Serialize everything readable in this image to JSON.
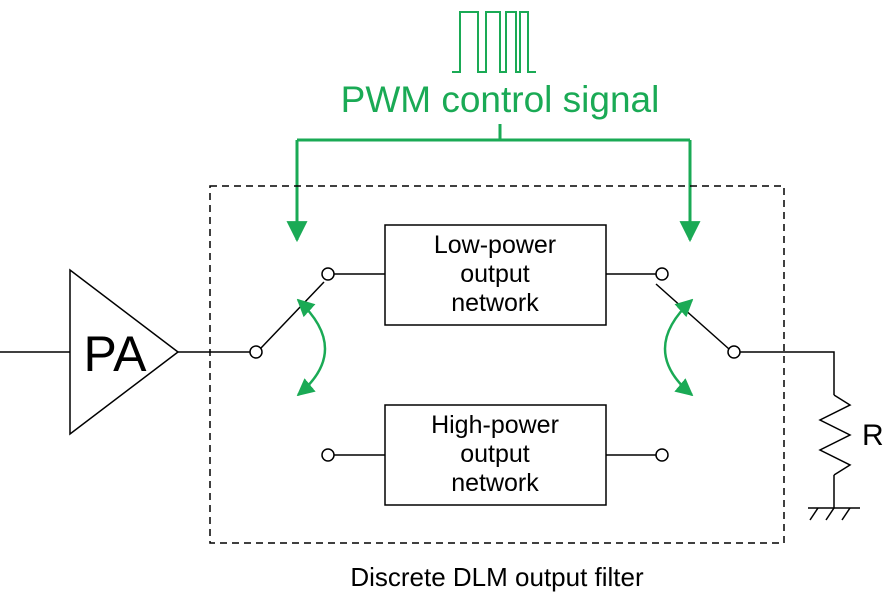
{
  "colors": {
    "line": "#000000",
    "signal": "#1aaa55",
    "background": "#ffffff"
  },
  "pwm": {
    "label": "PWM control signal"
  },
  "amplifier": {
    "label": "PA"
  },
  "blocks": {
    "low_power": {
      "line1": "Low-power",
      "line2": "output",
      "line3": "network"
    },
    "high_power": {
      "line1": "High-power",
      "line2": "output",
      "line3": "network"
    }
  },
  "load": {
    "label": "R"
  },
  "filter": {
    "caption": "Discrete DLM output filter"
  }
}
